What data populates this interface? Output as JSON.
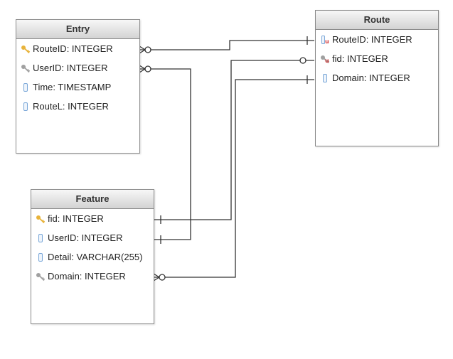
{
  "tables": {
    "entry": {
      "title": "Entry",
      "rows": [
        {
          "text": "RouteID: INTEGER",
          "icon": "primary-key-icon"
        },
        {
          "text": "UserID: INTEGER",
          "icon": "foreign-key-icon"
        },
        {
          "text": "Time: TIMESTAMP",
          "icon": "column-icon"
        },
        {
          "text": "RouteL: INTEGER",
          "icon": "column-icon"
        }
      ]
    },
    "route": {
      "title": "Route",
      "rows": [
        {
          "text": "RouteID: INTEGER",
          "icon": "unique-key-icon"
        },
        {
          "text": "fid: INTEGER",
          "icon": "foreign-unique-key-icon"
        },
        {
          "text": "Domain: INTEGER",
          "icon": "column-icon"
        }
      ]
    },
    "feature": {
      "title": "Feature",
      "rows": [
        {
          "text": "fid: INTEGER",
          "icon": "primary-key-icon"
        },
        {
          "text": "UserID: INTEGER",
          "icon": "column-icon"
        },
        {
          "text": "Detail: VARCHAR(255)",
          "icon": "column-icon"
        },
        {
          "text": "Domain: INTEGER",
          "icon": "foreign-key-icon"
        }
      ]
    }
  },
  "colors": {
    "header_top": "#f7f7f7",
    "header_bottom": "#d3d3d3",
    "border": "#8c8c8c",
    "line": "#333333",
    "key_gold": "#e8b33a",
    "key_grey": "#a0a0a0",
    "column_blue": "#7aa7d8",
    "unique_red": "#d23b3b"
  }
}
